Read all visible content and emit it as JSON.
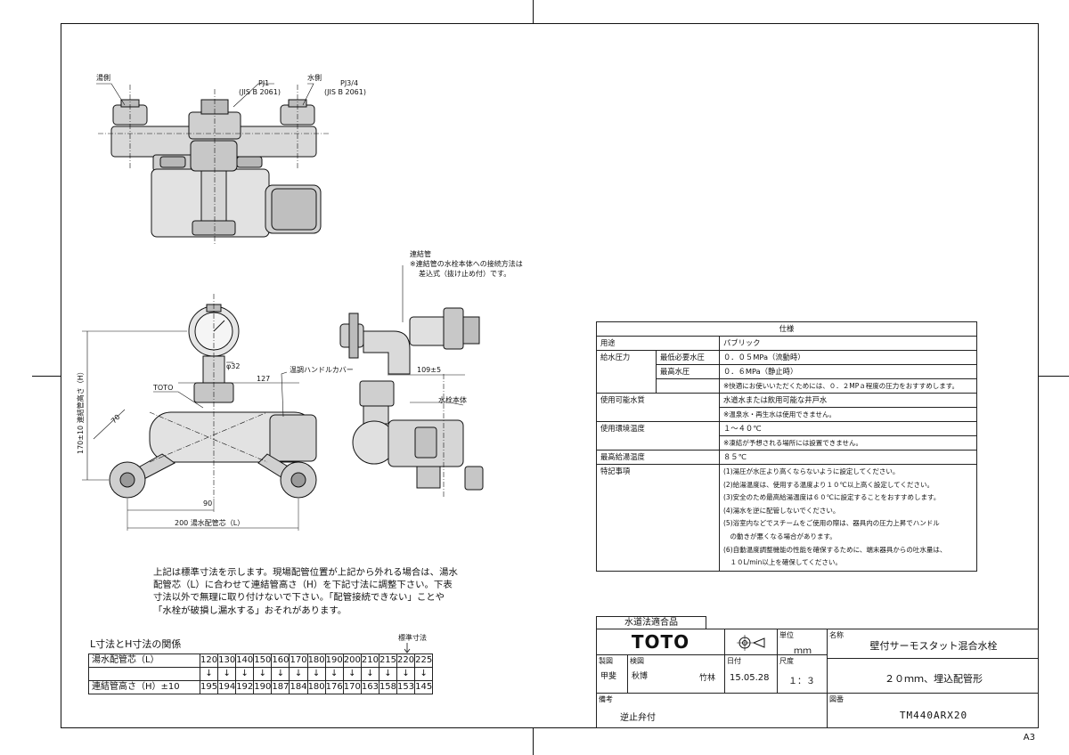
{
  "sheet_size": "A3",
  "drawing": {
    "top_view": {
      "hot_side": "湯側",
      "cold_side": "水側",
      "pj1": "PJ1",
      "pj1_std": "(JIS B 2061)",
      "pj34": "PJ3/4",
      "pj34_std": "(JIS B 2061)"
    },
    "front_view": {
      "height_dim": "170±10 連結管高さ（H）",
      "dia": "φ32",
      "dim_127": "127",
      "handle_cover": "温調ハンドルカバー",
      "toto": "TOTO",
      "dim_70": "70",
      "dim_90": "90",
      "dim_200": "200 湯水配管芯（L）"
    },
    "side_view": {
      "connecting_pipe": "連結管",
      "connecting_note_1": "※連結管の水栓本体への接続方法は",
      "connecting_note_2": "差込式（抜け止め付）です。",
      "dim_109": "109±5",
      "body": "水栓本体"
    }
  },
  "spec": {
    "title": "仕様",
    "rows": [
      {
        "label": "用途",
        "sub": "",
        "value": "パブリック"
      },
      {
        "label": "給水圧力",
        "sub": "最低必要水圧",
        "value": "０．０５MPa（流動時）"
      },
      {
        "label": "",
        "sub": "最高水圧",
        "value": "０．６MPa（静止時）"
      },
      {
        "label": "",
        "sub": "",
        "value": "※快適にお使いいただくためには、０．２MPａ程度の圧力をおすすめします。"
      },
      {
        "label": "使用可能水質",
        "sub": "",
        "value": "水道水または飲用可能な井戸水"
      },
      {
        "label": "",
        "sub": "",
        "value": "※温泉水・再生水は使用できません。"
      },
      {
        "label": "使用環境温度",
        "sub": "",
        "value": "１〜４０℃"
      },
      {
        "label": "",
        "sub": "",
        "value": "※凍結が予想される場所には設置できません。"
      },
      {
        "label": "最高給湯温度",
        "sub": "",
        "value": "８５℃"
      }
    ],
    "special_label": "特記事項",
    "special": [
      "(1)湯圧が水圧より高くならないように設定してください。",
      "(2)給湯温度は、使用する温度より１０℃以上高く設定してください。",
      "(3)安全のため最高給湯温度は６０℃に設定することをおすすめします。",
      "(4)湯水を逆に配管しないでください。",
      "(5)浴室内などでスチームをご使用の際は、器具内の圧力上昇でハンドル",
      "　の動きが悪くなる場合があります。",
      "(6)自動温度調整機能の性能を確保するために、端末器具からの吐水量は、",
      "　１０L/min以上を確保してください。"
    ]
  },
  "note": [
    "上記は標準寸法を示します。現場配管位置が上記から外れる場合は、湯水",
    "配管芯（L）に合わせて連結管高さ（H）を下記寸法に調整下さい。下表",
    "寸法以外で無理に取り付けないで下さい。「配管接続できない」ことや",
    "「水栓が破損し漏水する」おそれがあります。"
  ],
  "lh_table": {
    "title": "L寸法とH寸法の関係",
    "standard_label": "標準寸法",
    "row_l_label": "湯水配管芯（L）",
    "row_h_label": "連結管高さ（H）±10",
    "arrow": "↓",
    "L": [
      "120",
      "130",
      "140",
      "150",
      "160",
      "170",
      "180",
      "190",
      "200",
      "210",
      "215",
      "220",
      "225"
    ],
    "H": [
      "195",
      "194",
      "192",
      "190",
      "187",
      "184",
      "180",
      "176",
      "170",
      "163",
      "158",
      "153",
      "145"
    ]
  },
  "title_block": {
    "compliance": "水道法適合品",
    "logo": "TOTO",
    "unit_label": "単位",
    "unit": "ｍｍ",
    "name_label": "名称",
    "name": "壁付サーモスタット混合水栓",
    "subname": "２０ｍｍ、埋込配管形",
    "drawn_label": "製図",
    "check_label": "検図",
    "drawn_by": "甲斐",
    "check_by": "秋博",
    "check_by2": "竹林",
    "date_label": "日付",
    "date": "15.05.28",
    "scale_label": "尺度",
    "scale": "１：３",
    "remarks_label": "備考",
    "remarks": "逆止弁付",
    "drawing_no_label": "図番",
    "drawing_no": "TM440ARX20"
  }
}
